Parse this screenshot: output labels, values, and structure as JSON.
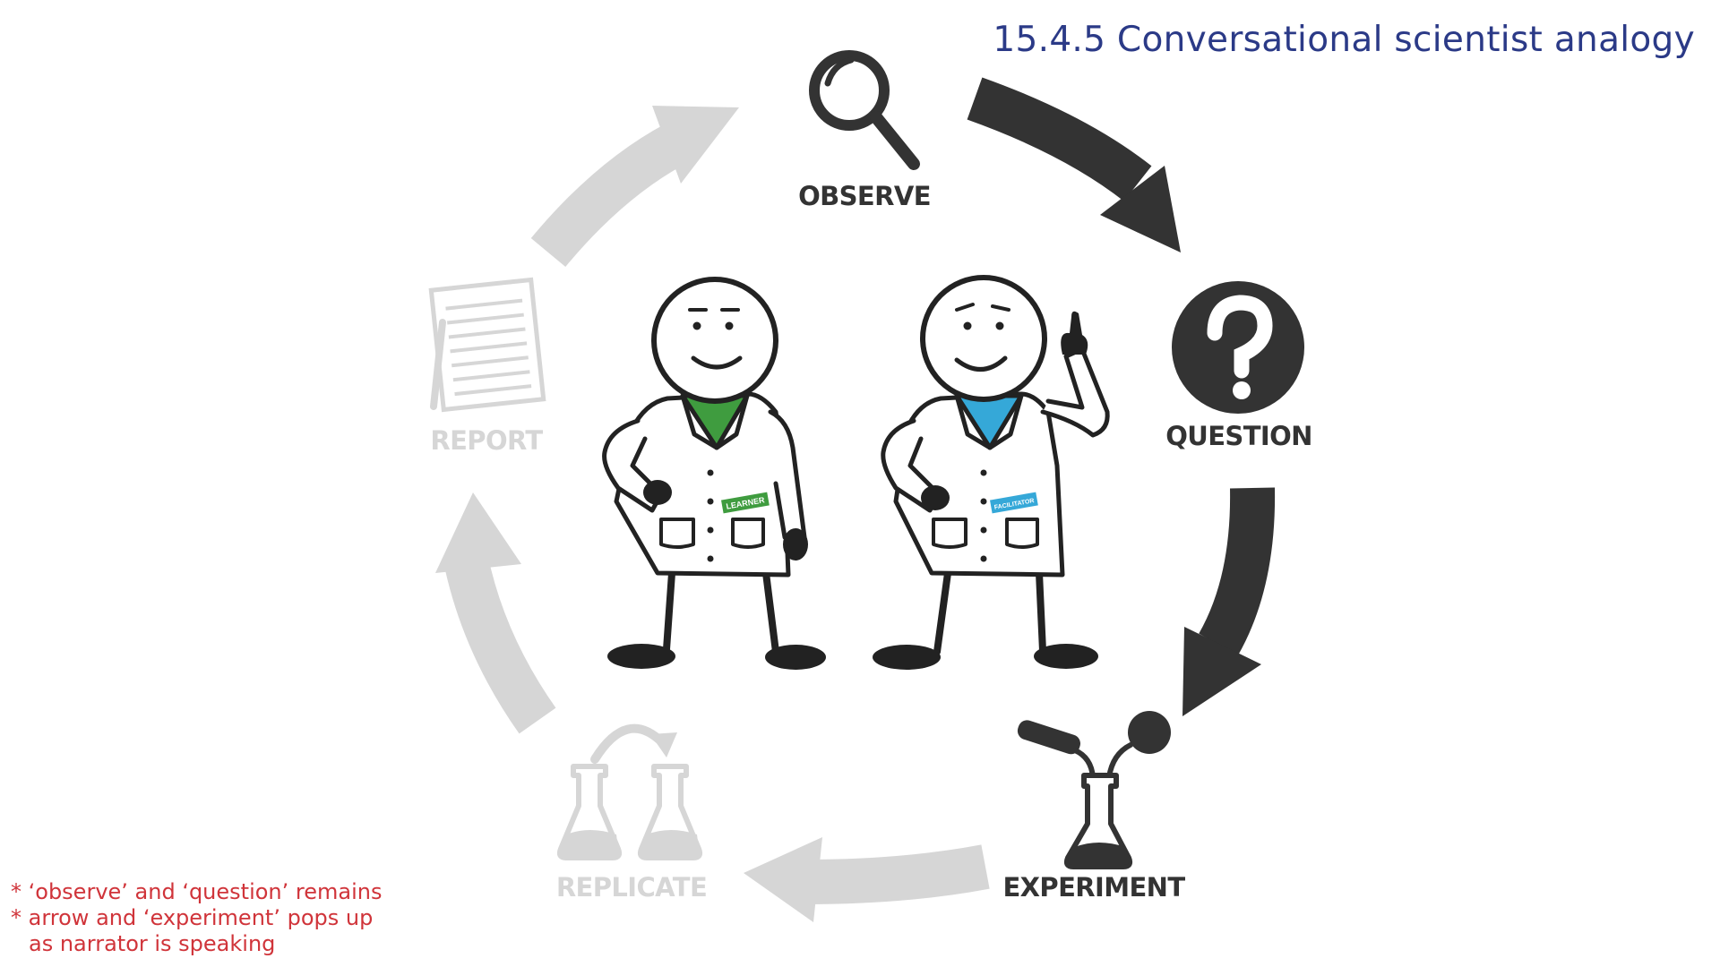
{
  "slide": {
    "title": "15.4.5 Conversational scientist analogy"
  },
  "cycle": {
    "steps": [
      {
        "label": "OBSERVE",
        "icon": "magnifier-icon",
        "state": "active"
      },
      {
        "label": "QUESTION",
        "icon": "question-mark-icon",
        "state": "active"
      },
      {
        "label": "EXPERIMENT",
        "icon": "flask-pouring-icon",
        "state": "active"
      },
      {
        "label": "REPLICATE",
        "icon": "two-flasks-icon",
        "state": "inactive"
      },
      {
        "label": "REPORT",
        "icon": "document-icon",
        "state": "inactive"
      }
    ],
    "active_color": "#333333",
    "inactive_color": "#d6d6d6"
  },
  "characters": {
    "learner": {
      "badge": "LEARNER",
      "color": "#3f9c3f"
    },
    "facilitator": {
      "badge": "FACILITATOR",
      "color": "#35a8d8"
    }
  },
  "notes": [
    "* ‘observe’ and ‘question’ remains",
    "* arrow and ‘experiment’ pops up",
    "as narrator is speaking"
  ]
}
